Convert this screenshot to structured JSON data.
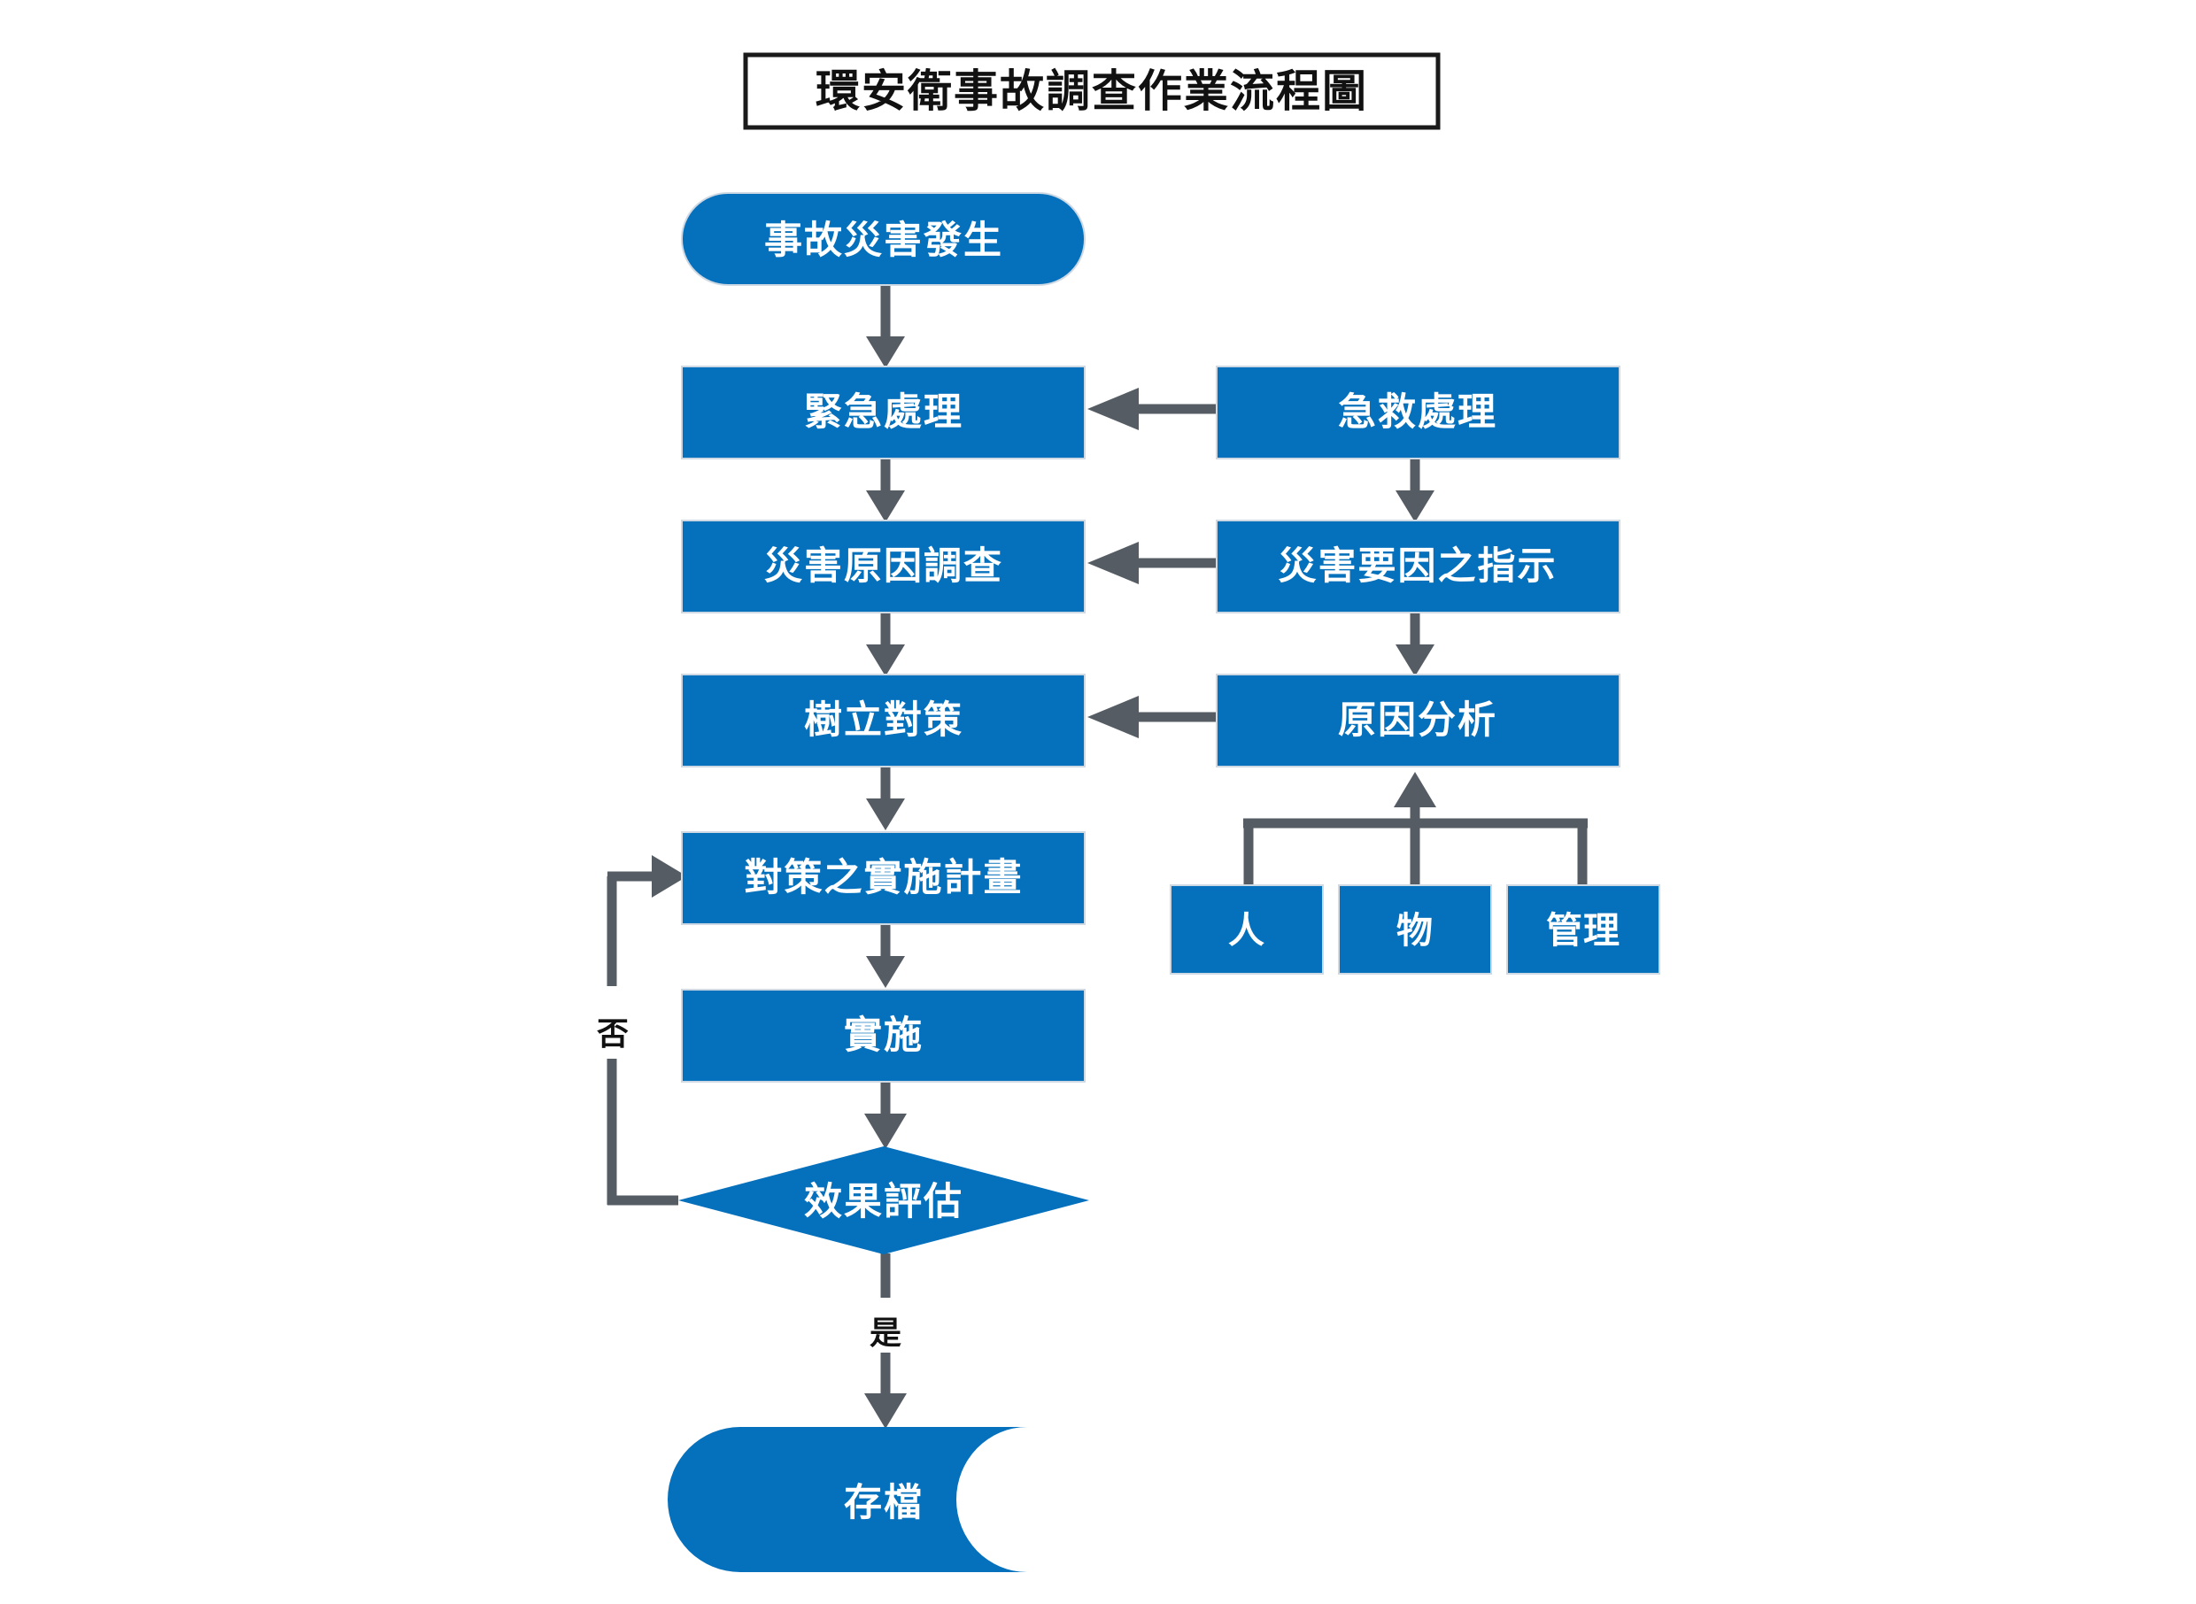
{
  "document": {
    "title": "環安衛事故調查作業流程圖",
    "language": "zh-Hant",
    "background_color": "#FFFFFF"
  },
  "palette": {
    "node_fill": "#0570BC",
    "node_text": "#FFFFFF",
    "connector": "#555C63",
    "title_border": "#1A1A1A",
    "title_text": "#111111"
  },
  "chart_data": {
    "type": "diagram",
    "diagram_kind": "flowchart",
    "title": "環安衛事故調查作業流程圖",
    "nodes": [
      {
        "id": "start",
        "label": "事故災害發生",
        "shape": "stadium",
        "column": "left"
      },
      {
        "id": "emergency",
        "label": "緊急處理",
        "shape": "rectangle",
        "column": "left"
      },
      {
        "id": "firstaid",
        "label": "急救處理",
        "shape": "rectangle",
        "column": "right"
      },
      {
        "id": "causeinv",
        "label": "災害原因調查",
        "shape": "rectangle",
        "column": "left"
      },
      {
        "id": "factorind",
        "label": "災害要因之指示",
        "shape": "rectangle",
        "column": "right"
      },
      {
        "id": "counter",
        "label": "樹立對策",
        "shape": "rectangle",
        "column": "left"
      },
      {
        "id": "causeana",
        "label": "原因分析",
        "shape": "rectangle",
        "column": "right"
      },
      {
        "id": "plan",
        "label": "對策之實施計畫",
        "shape": "rectangle",
        "column": "left"
      },
      {
        "id": "people",
        "label": "人",
        "shape": "rectangle",
        "column": "right"
      },
      {
        "id": "things",
        "label": "物",
        "shape": "rectangle",
        "column": "right"
      },
      {
        "id": "manage",
        "label": "管理",
        "shape": "rectangle",
        "column": "right"
      },
      {
        "id": "execute",
        "label": "實施",
        "shape": "rectangle",
        "column": "left"
      },
      {
        "id": "evaluate",
        "label": "效果評估",
        "shape": "diamond",
        "column": "left"
      },
      {
        "id": "archive",
        "label": "存檔",
        "shape": "tape",
        "column": "left"
      }
    ],
    "edges": [
      {
        "from": "start",
        "to": "emergency",
        "label": ""
      },
      {
        "from": "emergency",
        "to": "causeinv",
        "label": ""
      },
      {
        "from": "firstaid",
        "to": "emergency",
        "label": ""
      },
      {
        "from": "firstaid",
        "to": "factorind",
        "label": ""
      },
      {
        "from": "causeinv",
        "to": "counter",
        "label": ""
      },
      {
        "from": "factorind",
        "to": "causeinv",
        "label": ""
      },
      {
        "from": "factorind",
        "to": "causeana",
        "label": ""
      },
      {
        "from": "counter",
        "to": "plan",
        "label": ""
      },
      {
        "from": "causeana",
        "to": "counter",
        "label": ""
      },
      {
        "from": "people",
        "to": "causeana",
        "label": ""
      },
      {
        "from": "things",
        "to": "causeana",
        "label": ""
      },
      {
        "from": "manage",
        "to": "causeana",
        "label": ""
      },
      {
        "from": "plan",
        "to": "execute",
        "label": ""
      },
      {
        "from": "execute",
        "to": "evaluate",
        "label": ""
      },
      {
        "from": "evaluate",
        "to": "plan",
        "label": "否"
      },
      {
        "from": "evaluate",
        "to": "archive",
        "label": "是"
      }
    ],
    "edge_labels": {
      "no": "否",
      "yes": "是"
    }
  },
  "nodes": {
    "start": "事故災害發生",
    "emergency": "緊急處理",
    "firstaid": "急救處理",
    "causeinv": "災害原因調查",
    "factorind": "災害要因之指示",
    "counter": "樹立對策",
    "causeana": "原因分析",
    "plan": "對策之實施計畫",
    "people": "人",
    "things": "物",
    "manage": "管理",
    "execute": "實施",
    "evaluate": "效果評估",
    "archive": "存檔"
  },
  "labels": {
    "no": "否",
    "yes": "是"
  }
}
